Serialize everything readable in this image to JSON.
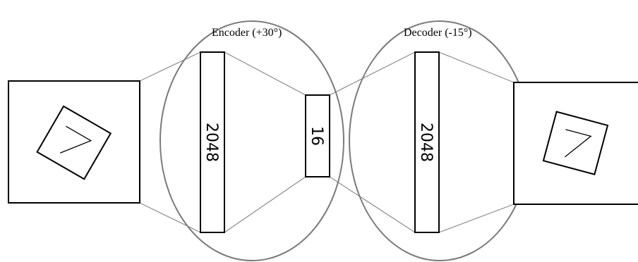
{
  "encoder": {
    "title": "Encoder (+30°)",
    "layer1_size": "2048",
    "bottleneck_size": "16"
  },
  "decoder": {
    "title": "Decoder (-15°)",
    "layer1_size": "2048"
  },
  "input_image": {
    "digit": "7",
    "rotation_deg": 30
  },
  "output_image": {
    "digit": "7",
    "rotation_deg": 15
  },
  "colors": {
    "oval_stroke": "#7a7a7a",
    "connector": "#8c8c8c",
    "box_stroke": "#000000"
  }
}
